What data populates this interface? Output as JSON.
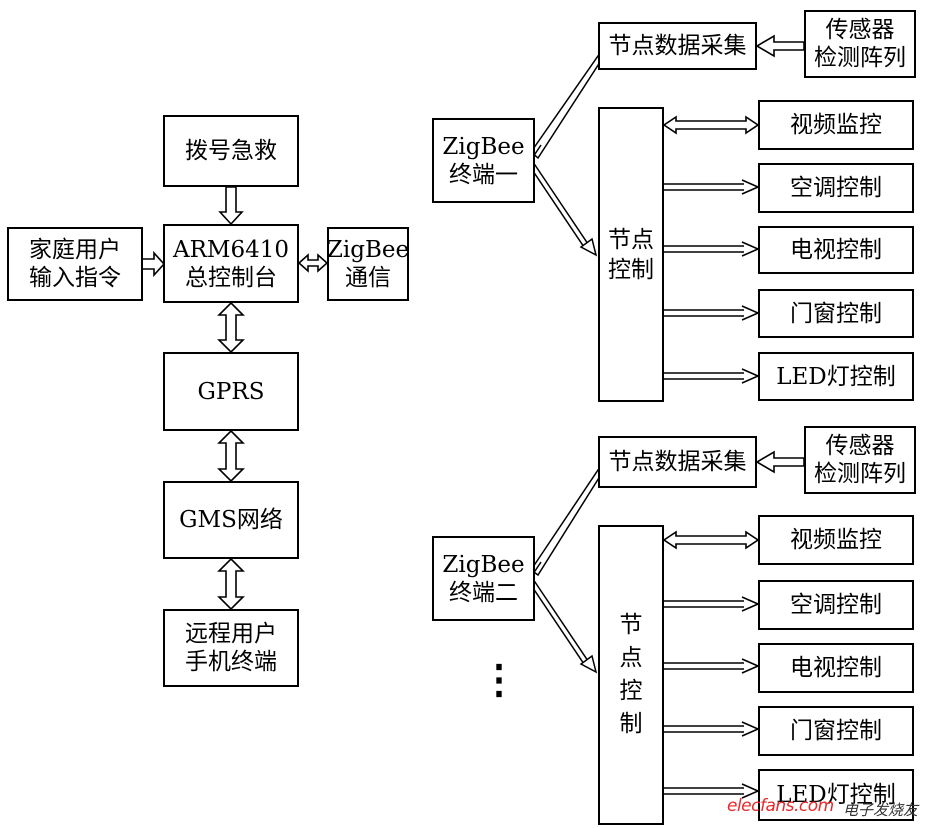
{
  "left_column": {
    "emergency_call": "拨号急救",
    "home_input": [
      "家庭用户",
      "输入指令"
    ],
    "arm_console": [
      "ARM6410",
      "总控制台"
    ],
    "zigbee_comm": [
      "ZigBee",
      "通信"
    ],
    "gprs": "GPRS",
    "gms_network": "GMS网络",
    "remote_terminal": [
      "远程用户",
      "手机终端"
    ]
  },
  "terminal_one": {
    "zigbee_terminal": [
      "ZigBee",
      "终端一"
    ],
    "node_data": "节点数据采集",
    "sensor_array": [
      "传感器",
      "检测阵列"
    ],
    "node_control": [
      "节点",
      "控制"
    ],
    "devices": [
      "视频监控",
      "空调控制",
      "电视控制",
      "门窗控制",
      "LED灯控制"
    ]
  },
  "terminal_two": {
    "zigbee_terminal": [
      "ZigBee",
      "终端二"
    ],
    "node_data": "节点数据采集",
    "sensor_array": [
      "传感器",
      "检测阵列"
    ],
    "node_control": [
      "节",
      "点",
      "控",
      "制"
    ],
    "devices": [
      "视频监控",
      "空调控制",
      "电视控制",
      "门窗控制",
      "LED灯控制"
    ]
  },
  "ellipsis": "⋮",
  "watermark": {
    "brand": "elecfans.com",
    "suffix": "电子发烧友"
  }
}
